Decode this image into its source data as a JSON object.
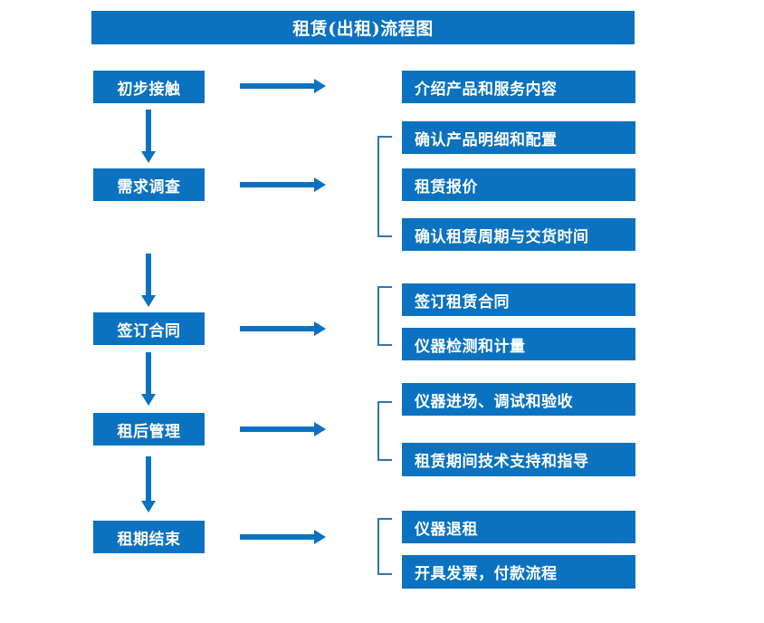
{
  "diagram": {
    "title": "租赁(出租)流程图",
    "accent_color": "#0a72c0",
    "bracket_color": "#2f74b5",
    "text_color": "#ffffff",
    "background_color": "#ffffff",
    "arrow_label": "flow-arrow"
  },
  "stages": [
    {
      "label": "初步接触"
    },
    {
      "label": "需求调查"
    },
    {
      "label": "签订合同"
    },
    {
      "label": "租后管理"
    },
    {
      "label": "租期结束"
    }
  ],
  "groups": [
    {
      "stage": "初步接触",
      "bracketed": false,
      "tasks": [
        {
          "label": "介绍产品和服务内容"
        }
      ]
    },
    {
      "stage": "需求调查",
      "bracketed": true,
      "tasks": [
        {
          "label": "确认产品明细和配置"
        },
        {
          "label": "租赁报价"
        },
        {
          "label": "确认租赁周期与交货时间"
        }
      ]
    },
    {
      "stage": "签订合同",
      "bracketed": true,
      "tasks": [
        {
          "label": "签订租赁合同"
        },
        {
          "label": "仪器检测和计量"
        }
      ]
    },
    {
      "stage": "租后管理",
      "bracketed": true,
      "tasks": [
        {
          "label": "仪器进场、调试和验收"
        },
        {
          "label": "租赁期间技术支持和指导"
        }
      ]
    },
    {
      "stage": "租期结束",
      "bracketed": true,
      "tasks": [
        {
          "label": "仪器退租"
        },
        {
          "label": "开具发票，付款流程"
        }
      ]
    }
  ]
}
